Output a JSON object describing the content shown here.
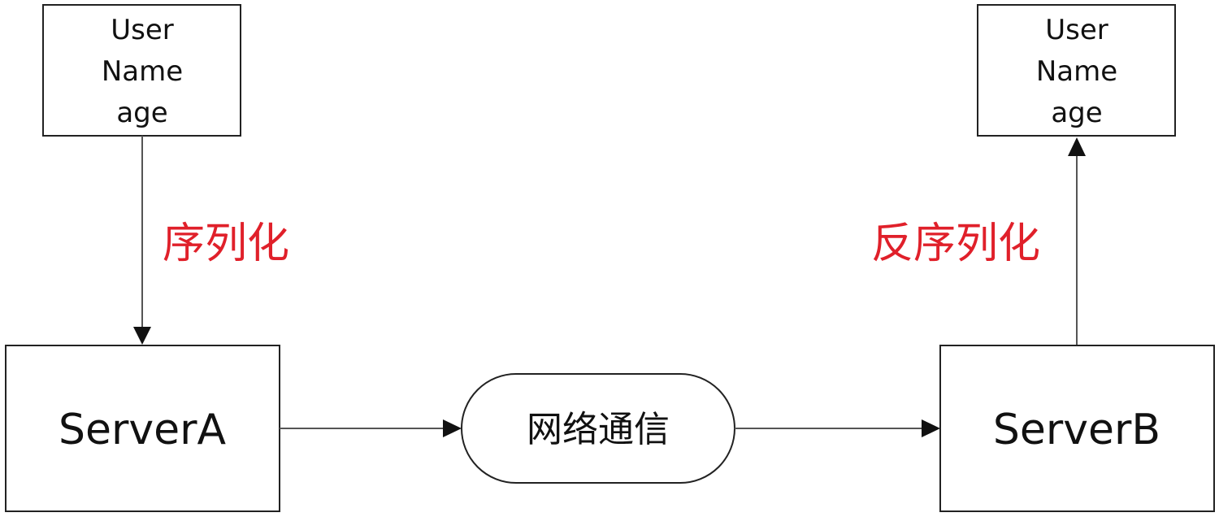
{
  "colors": {
    "annotation": "#e0202a",
    "stroke": "#222222",
    "connector": "#555555"
  },
  "nodes": {
    "user_left": {
      "lines": [
        "User",
        "Name",
        "age"
      ]
    },
    "user_right": {
      "lines": [
        "User",
        "Name",
        "age"
      ]
    },
    "server_a": {
      "label": "ServerA"
    },
    "server_b": {
      "label": "ServerB"
    },
    "network": {
      "label": "网络通信"
    }
  },
  "edges": {
    "serialize": {
      "label": "序列化"
    },
    "deserialize": {
      "label": "反序列化"
    }
  }
}
